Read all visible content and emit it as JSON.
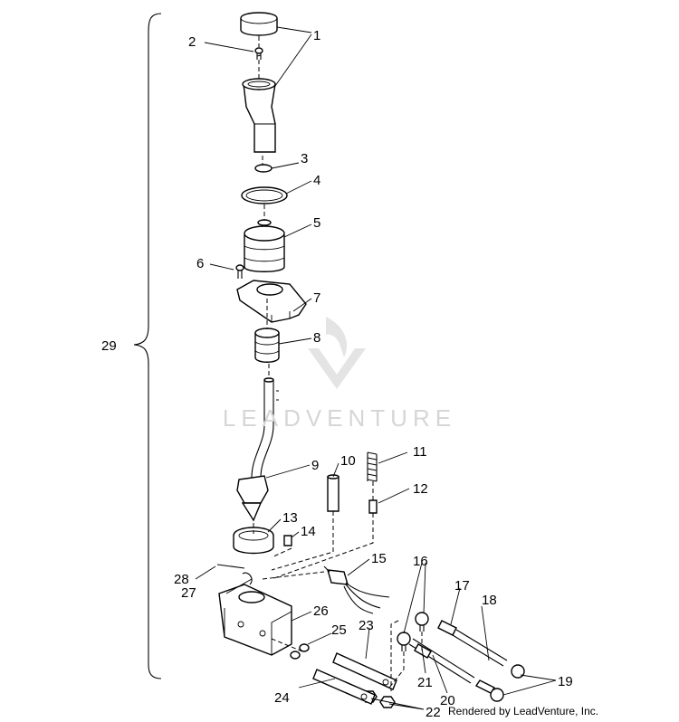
{
  "watermark": {
    "brand": "LEADVENTURE"
  },
  "credit": "Rendered by LeadVenture, Inc.",
  "callouts": [
    "1",
    "2",
    "3",
    "4",
    "5",
    "6",
    "7",
    "8",
    "9",
    "10",
    "11",
    "12",
    "13",
    "14",
    "15",
    "16",
    "17",
    "18",
    "19",
    "20",
    "21",
    "22",
    "23",
    "24",
    "25",
    "26",
    "27",
    "28",
    "29"
  ]
}
